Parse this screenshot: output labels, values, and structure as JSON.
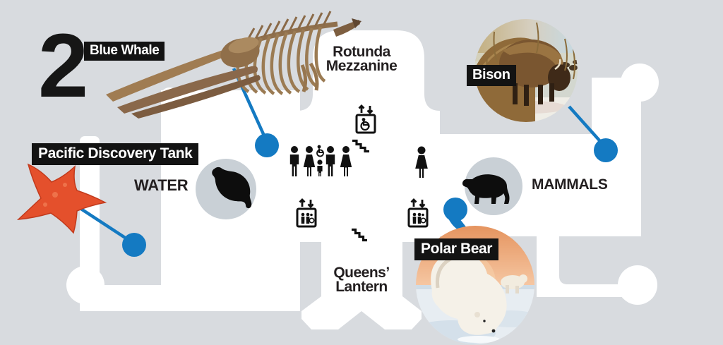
{
  "colors": {
    "background": "#d8dbdf",
    "floor_plan": "#ffffff",
    "accent_blue": "#147ac2",
    "icon_circle_gray": "#c9d0d6",
    "label_background": "#131313",
    "label_text": "#ffffff",
    "text_dark": "#231f20"
  },
  "floor": {
    "number": "2"
  },
  "halls": {
    "rotunda_mezzanine": {
      "line1": "Rotunda",
      "line2": "Mezzanine"
    },
    "queens_lantern": {
      "line1": "Queens’",
      "line2": "Lantern"
    },
    "water": {
      "name": "WATER",
      "icon": "whale-silhouette-icon"
    },
    "mammals": {
      "name": "MAMMALS",
      "icon": "bear-silhouette-icon"
    }
  },
  "callouts": {
    "blue_whale": {
      "label": "Blue Whale",
      "image": "blue-whale-skeleton"
    },
    "pacific_discovery_tank": {
      "label": "Pacific Discovery Tank",
      "image": "starfish"
    },
    "bison": {
      "label": "Bison",
      "image": "bison-diorama-photo"
    },
    "polar_bear": {
      "label": "Polar Bear",
      "image": "polar-bear-diorama-photo"
    }
  },
  "facility_icons": [
    "accessible-elevator-icon",
    "stairs-icon",
    "family-restrooms-icon",
    "womens-restroom-icon",
    "elevator-icon",
    "elevator-icon",
    "stairs-icon"
  ]
}
